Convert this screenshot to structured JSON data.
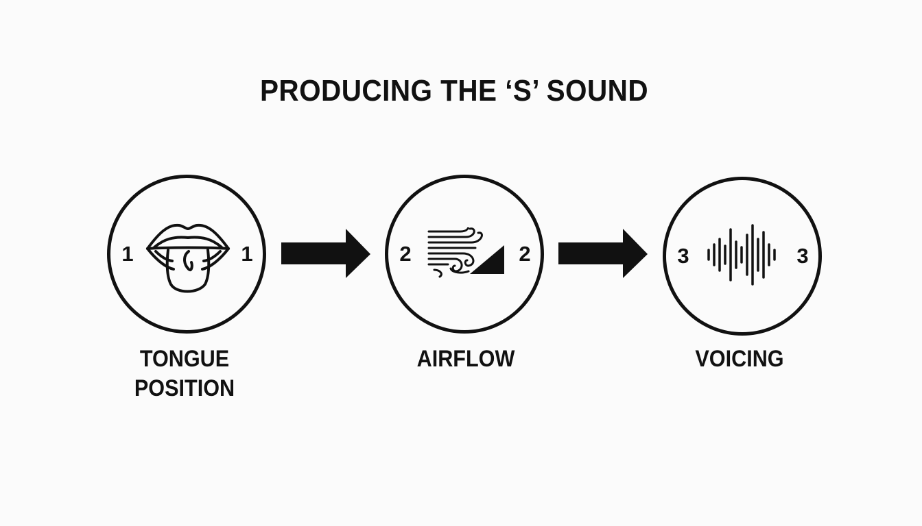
{
  "title": "PRODUCING THE ‘S’ SOUND",
  "steps": [
    {
      "number": "1",
      "icon": "tongue-icon",
      "label_lines": [
        "TONGUE",
        "POSITION"
      ]
    },
    {
      "number": "2",
      "icon": "airflow-icon",
      "label_lines": [
        "AIRFLOW"
      ]
    },
    {
      "number": "3",
      "icon": "sound-wave-icon",
      "label_lines": [
        "VOICING"
      ]
    }
  ],
  "colors": {
    "background": "#fbfbfb",
    "ink": "#111111"
  }
}
